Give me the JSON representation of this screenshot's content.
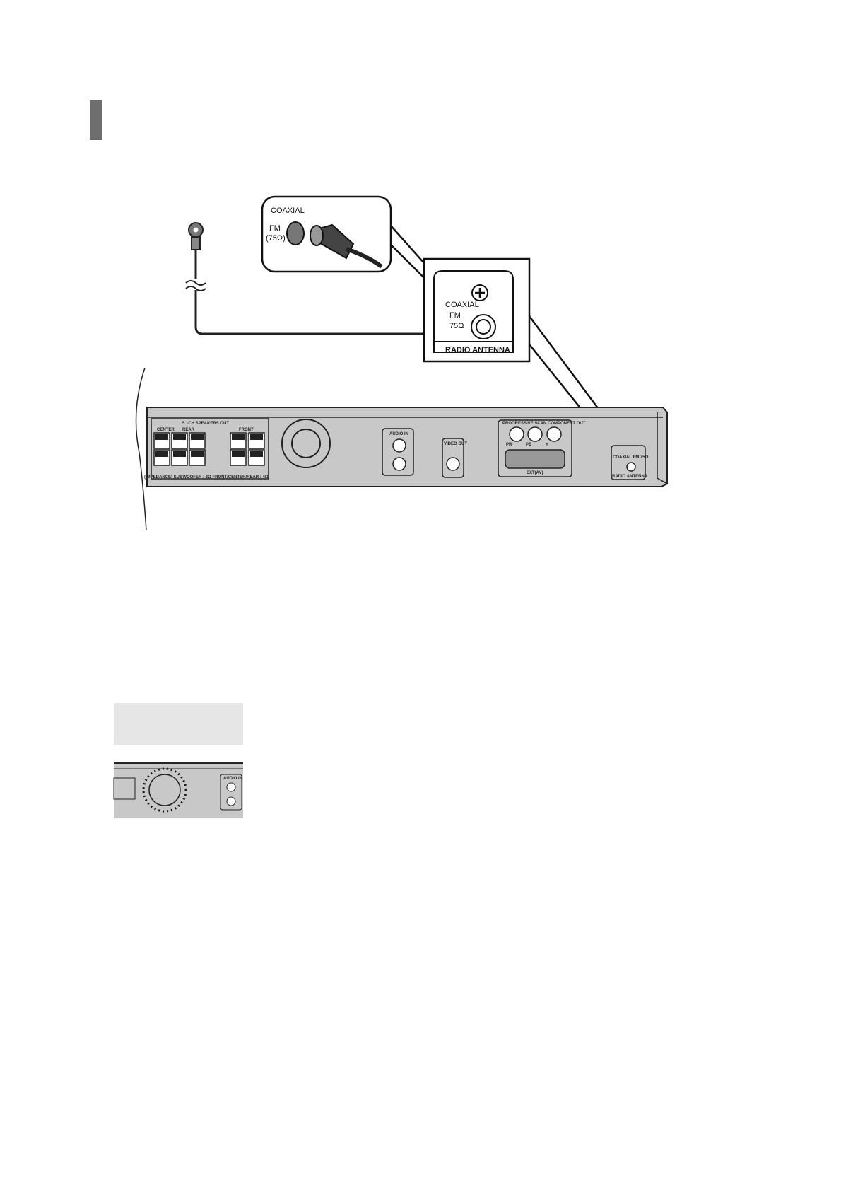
{
  "callout": {
    "coaxial": "COAXIAL",
    "fm": "FM",
    "impedance": "(75Ω)"
  },
  "antenna_panel": {
    "coaxial": "COAXIAL",
    "fm": "FM",
    "impedance": "75Ω",
    "title": "RADIO ANTENNA"
  },
  "rear_panel": {
    "speakers_out": "5.1CH SPEAKERS OUT",
    "center": "CENTER",
    "rear": "REAR",
    "front": "FRONT",
    "impedance_note": "(IMPEDANCE) SUBWOOFER : 3Ω   FRONT/CENTER/REAR : 4Ω",
    "audio_in": "AUDIO IN",
    "video_out": "VIDEO OUT",
    "component_out": "PROGRESSIVE SCAN COMPONENT OUT",
    "pr": "PR",
    "pb": "PB",
    "y": "Y",
    "ext": "EXT(AV)",
    "radio_antenna": "RADIO ANTENNA",
    "antenna_small": "COAXIAL FM 75Ω"
  },
  "thumbnail": {
    "audio_in": "AUDIO IN"
  },
  "colors": {
    "panel": "#c8c8c8",
    "section_bar": "#6e6e6e",
    "note_box": "#e6e6e6"
  }
}
